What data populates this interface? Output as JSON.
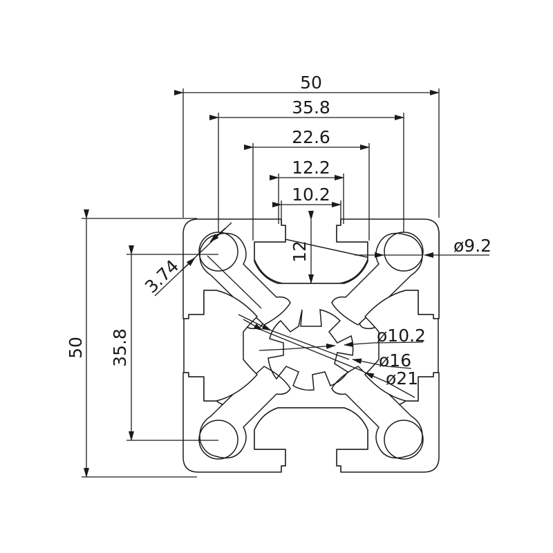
{
  "drawing": {
    "dimensions": {
      "top_width": "50",
      "top_inner_width": "35.8",
      "slot_opening_outer": "22.6",
      "slot_neck_outer": "12.2",
      "slot_neck_inner": "10.2",
      "slot_depth": "12",
      "left_height": "50",
      "left_inner_height": "35.8",
      "wall_thickness": "3.74",
      "corner_hole": "ø9.2",
      "core_hole": "ø10.2",
      "core_inner": "ø16",
      "core_outer": "ø21"
    }
  }
}
